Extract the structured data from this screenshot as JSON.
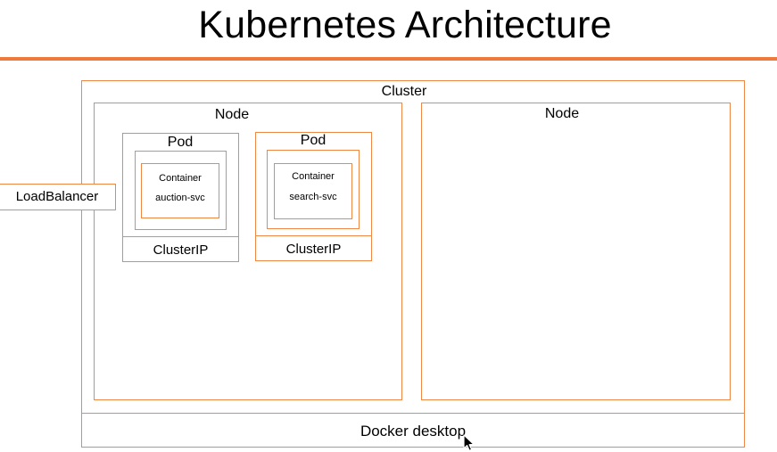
{
  "title": "Kubernetes Architecture",
  "diagram": {
    "cluster_label": "Cluster",
    "nodes": [
      {
        "label": "Node"
      },
      {
        "label": "Node"
      }
    ],
    "pods": [
      {
        "label": "Pod",
        "container_label": "Container",
        "service": "auction-svc",
        "cluster_ip": "ClusterIP"
      },
      {
        "label": "Pod",
        "container_label": "Container",
        "service": "search-svc",
        "cluster_ip": "ClusterIP"
      }
    ],
    "load_balancer": "LoadBalancer",
    "host": "Docker desktop"
  },
  "colors": {
    "accent": "#ef7a3c",
    "border": "#ef8747"
  }
}
